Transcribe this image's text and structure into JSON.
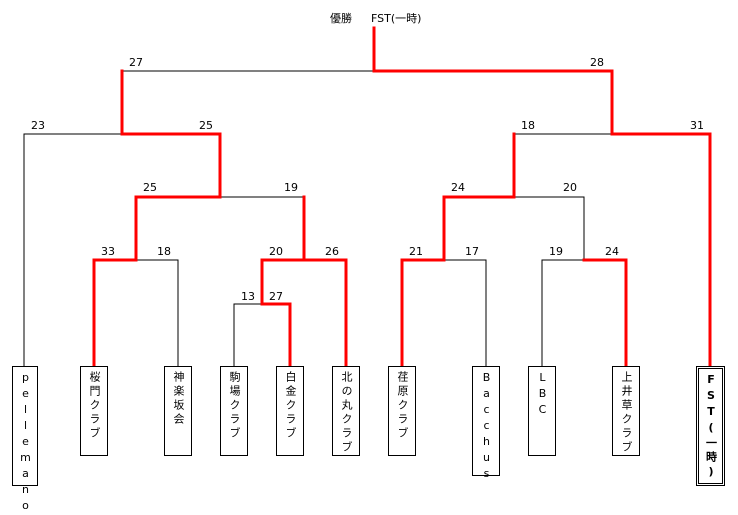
{
  "title": {
    "label": "優勝",
    "winner": "FST(一時)"
  },
  "colors": {
    "win": "#ff0000",
    "line": "#000000"
  },
  "teams": [
    "pellemano",
    "桜門クラブ",
    "神楽坂会",
    "駒場クラブ",
    "白金クラブ",
    "北の丸クラブ",
    "荏原クラブ",
    "Bacchus",
    "LBC",
    "上井草クラブ",
    "FST(一時)"
  ],
  "champion_index": 10,
  "scores": {
    "final_left": "27",
    "final_right": "28",
    "semi1_left": "23",
    "semi1_right": "25",
    "semi2_left": "18",
    "semi2_right": "31",
    "qf1_left": "25",
    "qf1_right": "19",
    "qf2_left": "24",
    "qf2_right": "20",
    "r1_oumon": "33",
    "r1_kagurazaka": "18",
    "r1_pre_komaba_shirokane": "20",
    "r1_kitanomaru": "26",
    "r1_ebara": "21",
    "r1_bacchus": "17",
    "r1_lbc": "19",
    "r1_kamiigusa": "24",
    "r0_komaba": "13",
    "r0_shirokane": "27"
  }
}
